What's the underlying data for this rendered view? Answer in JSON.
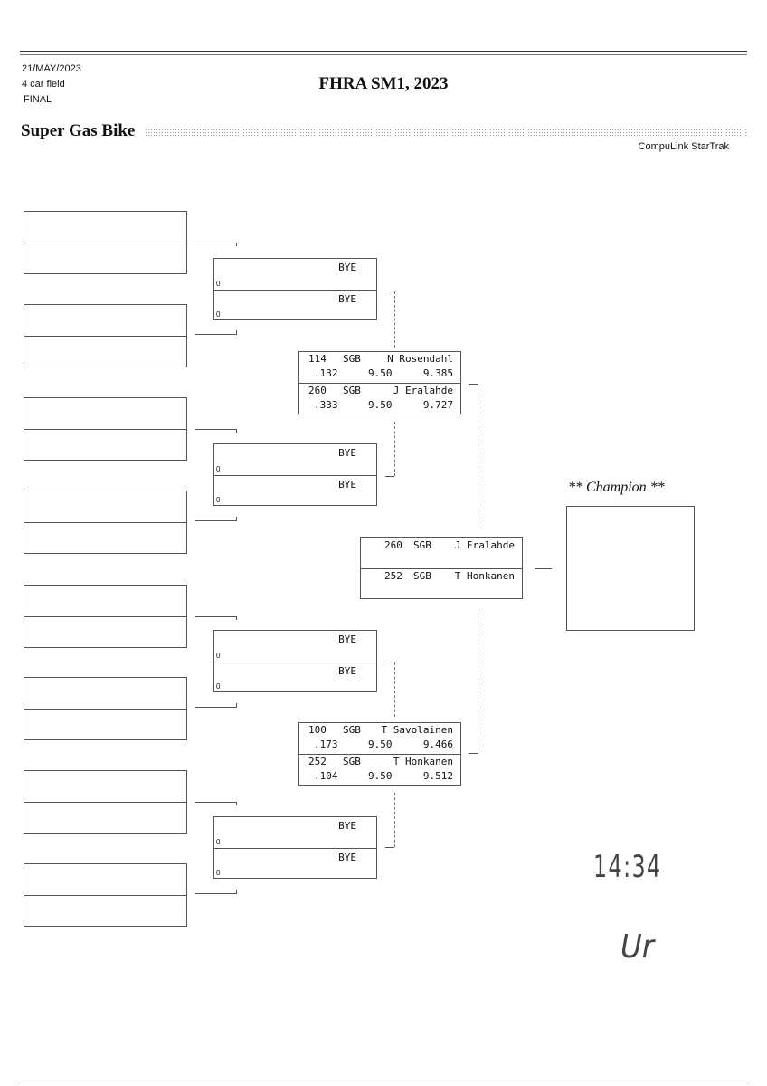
{
  "header": {
    "date": "21/MAY/2023",
    "field": "4 car field",
    "round": "FINAL",
    "title": "FHRA SM1, 2023",
    "class_name": "Super Gas Bike",
    "brand": "CompuLink StarTrak"
  },
  "round2": [
    {
      "top": {
        "label": "BYE",
        "seed": "0"
      },
      "bottom": {
        "label": "BYE",
        "seed": "0"
      }
    },
    {
      "top": {
        "label": "BYE",
        "seed": "0"
      },
      "bottom": {
        "label": "BYE",
        "seed": "0"
      }
    },
    {
      "top": {
        "label": "BYE",
        "seed": "0"
      },
      "bottom": {
        "label": "BYE",
        "seed": "0"
      }
    },
    {
      "top": {
        "label": "BYE",
        "seed": "0"
      },
      "bottom": {
        "label": "BYE",
        "seed": "0"
      }
    }
  ],
  "semifinals": [
    {
      "top": {
        "number": "114",
        "class": "SGB",
        "name": "N Rosendahl",
        "reaction": ".132",
        "dial": "9.50",
        "et": "9.385"
      },
      "bottom": {
        "number": "260",
        "class": "SGB",
        "name": "J Eralahde",
        "reaction": ".333",
        "dial": "9.50",
        "et": "9.727"
      }
    },
    {
      "top": {
        "number": "100",
        "class": "SGB",
        "name": "T Savolainen",
        "reaction": ".173",
        "dial": "9.50",
        "et": "9.466"
      },
      "bottom": {
        "number": "252",
        "class": "SGB",
        "name": "T Honkanen",
        "reaction": ".104",
        "dial": "9.50",
        "et": "9.512"
      }
    }
  ],
  "final": {
    "top": {
      "number": "260",
      "class": "SGB",
      "name": "J Eralahde"
    },
    "bottom": {
      "number": "252",
      "class": "SGB",
      "name": "T Honkanen"
    }
  },
  "champion": {
    "label": "** Champion **",
    "name": ""
  },
  "handwriting": {
    "time": "14:34",
    "initials": "Ur"
  }
}
